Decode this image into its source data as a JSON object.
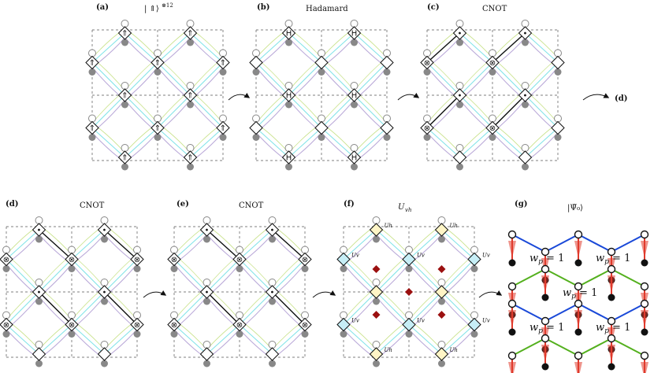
{
  "panels": [
    {
      "id": "a",
      "label": "(a)",
      "title": "| ⇑⟩",
      "title_sup": "⊗12",
      "gate": "state_up"
    },
    {
      "id": "b",
      "label": "(b)",
      "title": "Hadamard",
      "title_sup": "",
      "gate": "hadamard"
    },
    {
      "id": "c",
      "label": "(c)",
      "title": "CNOT",
      "title_sup": "",
      "gate": "cnot_up"
    },
    {
      "id": "d",
      "label": "(d)",
      "title": "CNOT",
      "title_sup": "",
      "gate": "cnot_down"
    },
    {
      "id": "e",
      "label": "(e)",
      "title": "CNOT",
      "title_sup": "",
      "gate": "cnot_down2"
    },
    {
      "id": "f",
      "label": "(f)",
      "title": "U",
      "title_sup": "vh",
      "gate": "unitary"
    },
    {
      "id": "g",
      "label": "(g)",
      "title": "|Ψ̃₀⟩",
      "title_sup": "",
      "gate": "final"
    }
  ],
  "next_arrow_label": "(d)",
  "unitary_labels": {
    "horizontal": "U",
    "horizontal_sub": "h",
    "vertical": "U",
    "vertical_sub": "v"
  },
  "plaquette_label": {
    "symbol": "w",
    "sub": "p",
    "value": "= 1"
  },
  "colors": {
    "open_qubit": "#888888",
    "filled_qubit": "#888888",
    "cyan_link": "#7fe3e8",
    "purple_link": "#b9a8d8",
    "green_link": "#c8e28a",
    "yellow_tile": "#fff5c6",
    "blue_tile": "#c6eef6",
    "red_diamond": "#9b1010",
    "final_blue": "#1a49d8",
    "final_green": "#54b01e",
    "final_red": "#e03a2c"
  }
}
